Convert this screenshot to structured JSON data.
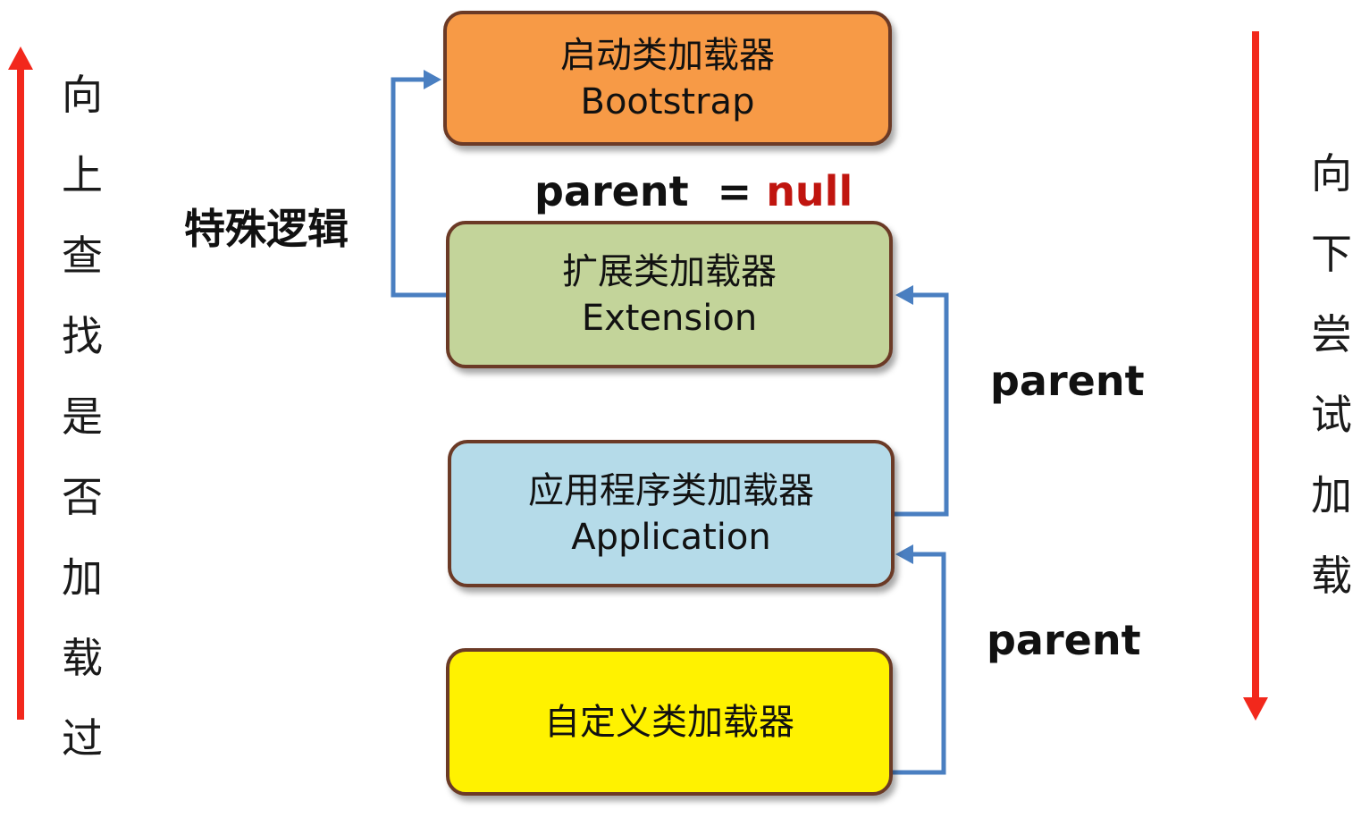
{
  "boxes": {
    "bootstrap": {
      "title": "启动类加载器",
      "subtitle": "Bootstrap"
    },
    "extension": {
      "title": "扩展类加载器",
      "subtitle": "Extension"
    },
    "application": {
      "title": "应用程序类加载器",
      "subtitle": "Application"
    },
    "custom": {
      "title": "自定义类加载器"
    }
  },
  "labels": {
    "parent_null_prefix": "parent  = ",
    "parent_null_value": "null",
    "special_logic": "特殊逻辑",
    "parent_ext": "parent",
    "parent_app": "parent"
  },
  "left_vertical": [
    "向",
    "上",
    "查",
    "找",
    "是",
    "否",
    "加",
    "载",
    "过"
  ],
  "right_vertical": [
    "向",
    "下",
    "尝",
    "试",
    "加",
    "载"
  ],
  "colors": {
    "bootstrap": "#f79a46",
    "extension": "#c3d49a",
    "application": "#b5dbe9",
    "custom": "#fff200",
    "box_border": "#6b3a26",
    "connector": "#4a7fc1",
    "direction_arrow": "#f2281c",
    "null_text": "#c0150f"
  }
}
